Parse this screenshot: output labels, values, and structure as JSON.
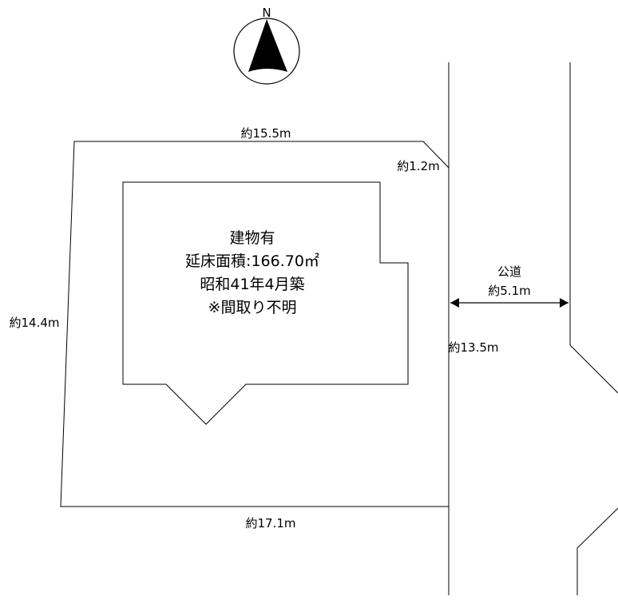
{
  "compass": {
    "north_label": "N"
  },
  "building": {
    "line1": "建物有",
    "line2": "延床面積:166.70㎡",
    "line3": "昭和41年4月築",
    "line4": "※間取り不明"
  },
  "dimensions": {
    "top": "約15.5m",
    "corner": "約1.2m",
    "left": "約14.4m",
    "bottom": "約17.1m",
    "right": "約13.5m"
  },
  "road": {
    "name": "公道",
    "width": "約5.1m"
  }
}
